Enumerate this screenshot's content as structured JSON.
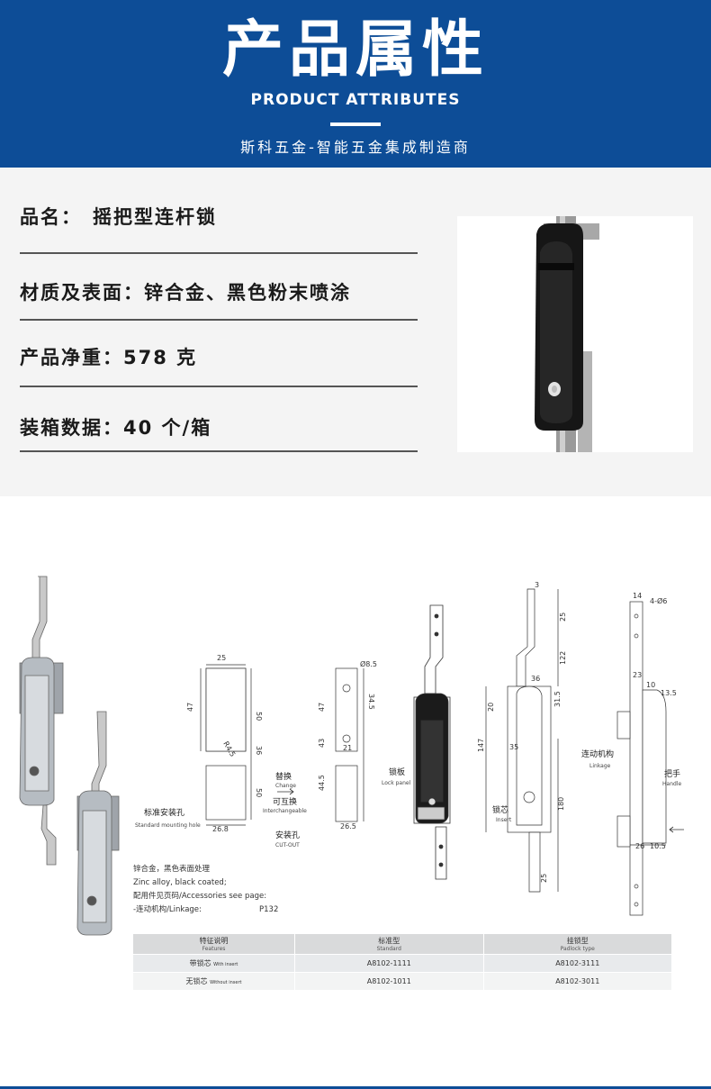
{
  "header": {
    "title": "产品属性",
    "subtitle": "PRODUCT ATTRIBUTES",
    "slogan": "斯科五金-智能五金集成制造商",
    "bg_color": "#0d4d97"
  },
  "attributes": [
    {
      "label": "品名：",
      "value": "摇把型连杆锁"
    },
    {
      "label": "材质及表面：",
      "value": "锌合金、黑色粉末喷涂"
    },
    {
      "label": "产品净重：",
      "value": "578 克"
    },
    {
      "label": "装箱数据：",
      "value": "40 个/箱"
    }
  ],
  "drawing": {
    "cutout_labels": {
      "mounting_cn": "标准安装孔",
      "mounting_en": "Standard mounting hole",
      "change_cn": "替换",
      "change_en": "Change",
      "interchange_cn": "可互换",
      "interchange_en": "Interchangeable",
      "cutout_cn": "安装孔",
      "cutout_en": "CUT-OUT"
    },
    "part_labels": {
      "lock_panel_cn": "锁板",
      "lock_panel_en": "Lock panel",
      "insert_cn": "锁芯",
      "insert_en": "Insert",
      "linkage_cn": "连动机构",
      "linkage_en": "Linkage",
      "handle_cn": "把手",
      "handle_en": "Handle"
    },
    "dims_a": [
      "25",
      "47",
      "50",
      "R4.5",
      "36",
      "50",
      "26.8"
    ],
    "dims_b": [
      "Ø8.5",
      "47",
      "34.5",
      "43",
      "21",
      "44.5",
      "26.5"
    ],
    "dims_c": [
      "3",
      "25",
      "122",
      "36",
      "20",
      "31.5",
      "147",
      "35",
      "180",
      "25"
    ],
    "dims_d": [
      "14",
      "4-Ø6",
      "23",
      "10",
      "13.5",
      "26",
      "10.5"
    ]
  },
  "notes": {
    "line1": "锌合金，黑色表面处理",
    "line2": "Zinc alloy, black coated;",
    "line3": "配用件见页码/Accessories see page:",
    "line4": "-连动机构/Linkage:",
    "page": "P132"
  },
  "table": {
    "headers": [
      {
        "cn": "特征说明",
        "en": "Features"
      },
      {
        "cn": "标准型",
        "en": "Standard"
      },
      {
        "cn": "挂锁型",
        "en": "Padlock type"
      }
    ],
    "rows": [
      {
        "feature_cn": "带锁芯",
        "feature_en": "With insert",
        "standard": "A8102-1111",
        "padlock": "A8102-3111"
      },
      {
        "feature_cn": "无锁芯",
        "feature_en": "Without insert",
        "standard": "A8102-1011",
        "padlock": "A8102-3011"
      }
    ]
  }
}
